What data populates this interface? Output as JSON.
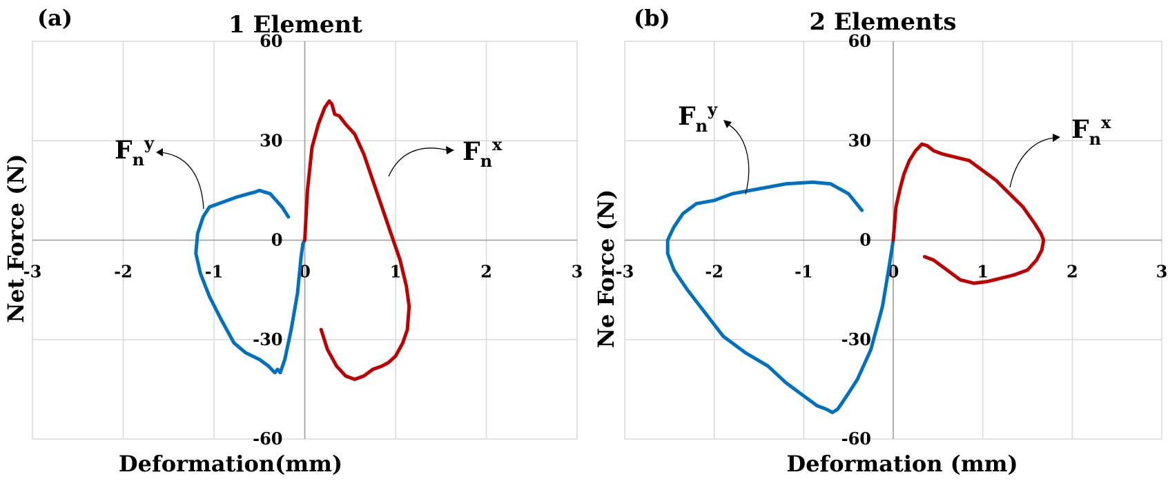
{
  "chart_data": [
    {
      "type": "line",
      "panel_label": "(a)",
      "title": "1 Element",
      "xlabel": "Deformation(mm)",
      "ylabel": "Net Force (N)",
      "xlim": [
        -3,
        3
      ],
      "ylim": [
        -60,
        60
      ],
      "xticks": [
        "-3",
        "-2",
        "-1",
        "0",
        "1",
        "2",
        "3"
      ],
      "yticks": [
        "60",
        "30",
        "0",
        "-30",
        "-60"
      ],
      "grid": true,
      "series": [
        {
          "name": "Fn^y",
          "color": "#0070C0",
          "x": [
            -0.18,
            -0.25,
            -0.38,
            -0.5,
            -0.55,
            -0.62,
            -0.75,
            -0.9,
            -1.05,
            -1.12,
            -1.18,
            -1.2,
            -1.15,
            -1.05,
            -0.92,
            -0.78,
            -0.65,
            -0.5,
            -0.4,
            -0.33,
            -0.3,
            -0.27,
            -0.22,
            -0.15,
            -0.08,
            -0.04,
            -0.02,
            0.0
          ],
          "y": [
            7,
            10,
            14,
            15,
            14.5,
            14,
            13,
            11.5,
            10,
            7,
            2,
            -4,
            -10,
            -17,
            -24,
            -31,
            -34,
            -36,
            -38,
            -40,
            -39,
            -40,
            -36,
            -27,
            -16,
            -5,
            -1,
            0
          ]
        },
        {
          "name": "Fn^x",
          "color": "#C00000",
          "x": [
            0.0,
            0.03,
            0.08,
            0.15,
            0.22,
            0.27,
            0.3,
            0.33,
            0.38,
            0.45,
            0.55,
            0.65,
            0.75,
            0.85,
            0.95,
            1.05,
            1.12,
            1.15,
            1.13,
            1.08,
            1.0,
            0.92,
            0.85,
            0.75,
            0.65,
            0.55,
            0.45,
            0.35,
            0.25,
            0.18
          ],
          "y": [
            0,
            15,
            28,
            35,
            40,
            42,
            41,
            38,
            37.5,
            35,
            32,
            26,
            18,
            10,
            2,
            -6,
            -14,
            -20,
            -27,
            -31,
            -35,
            -37,
            -38,
            -39,
            -41,
            -42,
            -41,
            -38,
            -33,
            -27
          ]
        }
      ],
      "annotations": [
        {
          "base": "F",
          "sub": "n",
          "sup": "y"
        },
        {
          "base": "F",
          "sub": "n",
          "sup": "x"
        }
      ]
    },
    {
      "type": "line",
      "panel_label": "(b)",
      "title": "2 Elements",
      "xlabel": "Deformation (mm)",
      "ylabel": "Ne Force (N)",
      "xlim": [
        -3,
        3
      ],
      "ylim": [
        -60,
        60
      ],
      "xticks": [
        "-3",
        "-2",
        "-1",
        "0",
        "1",
        "2",
        "3"
      ],
      "yticks": [
        "60",
        "30",
        "0",
        "-30",
        "-60"
      ],
      "grid": true,
      "series": [
        {
          "name": "Fn^y",
          "color": "#0070C0",
          "x": [
            -0.35,
            -0.5,
            -0.7,
            -0.9,
            -1.2,
            -1.5,
            -1.8,
            -2.0,
            -2.2,
            -2.35,
            -2.45,
            -2.52,
            -2.52,
            -2.45,
            -2.3,
            -2.1,
            -1.9,
            -1.65,
            -1.4,
            -1.2,
            -1.0,
            -0.85,
            -0.75,
            -0.68,
            -0.62,
            -0.52,
            -0.4,
            -0.25,
            -0.12,
            -0.04,
            0.0
          ],
          "y": [
            9,
            14,
            17,
            17.5,
            17,
            15.5,
            14,
            12,
            11,
            8,
            4,
            0,
            -4,
            -9,
            -15,
            -22,
            -29,
            -34,
            -38,
            -43,
            -47,
            -50,
            -51,
            -52,
            -51,
            -47,
            -42,
            -33,
            -20,
            -7,
            0
          ]
        },
        {
          "name": "Fn^x",
          "color": "#C00000",
          "x": [
            0.0,
            0.03,
            0.08,
            0.12,
            0.18,
            0.25,
            0.32,
            0.38,
            0.45,
            0.55,
            0.7,
            0.85,
            1.0,
            1.15,
            1.3,
            1.45,
            1.58,
            1.65,
            1.68,
            1.66,
            1.6,
            1.5,
            1.35,
            1.2,
            1.05,
            0.9,
            0.75,
            0.6,
            0.45,
            0.35
          ],
          "y": [
            0,
            10,
            16,
            20,
            24,
            27,
            29,
            28.5,
            27,
            26,
            25,
            24,
            21,
            18,
            14,
            10,
            5,
            2,
            0,
            -3,
            -6,
            -9,
            -10.5,
            -11.5,
            -12.5,
            -13,
            -12,
            -9,
            -6,
            -5
          ]
        }
      ],
      "annotations": [
        {
          "base": "F",
          "sub": "n",
          "sup": "y"
        },
        {
          "base": "F",
          "sub": "n",
          "sup": "x"
        }
      ]
    }
  ]
}
